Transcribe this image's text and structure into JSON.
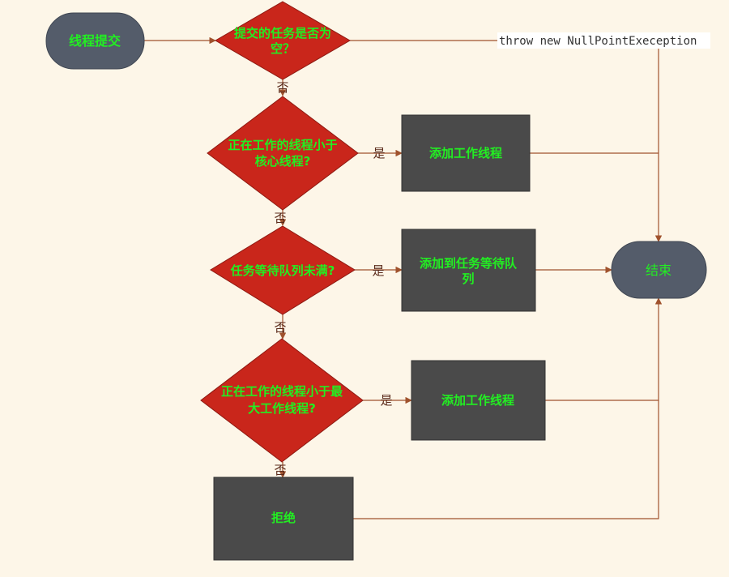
{
  "nodes": {
    "start": "线程提交",
    "decision_null": [
      "提交的任务是否为",
      "空？"
    ],
    "decision_core": [
      "正在工作的线程小于",
      "核心线程?"
    ],
    "action_add_core": "添加工作线程",
    "decision_queue": "任务等待队列未满?",
    "action_enqueue": [
      "添加到任务等待队",
      "列"
    ],
    "decision_max": [
      "正在工作的线程小于最",
      "大工作线程?"
    ],
    "action_add_max": "添加工作线程",
    "action_reject": "拒绝",
    "end": "结束"
  },
  "edges": {
    "yes": "是",
    "no": "否",
    "throw_label": "throw new NullPointExeception"
  },
  "colors": {
    "background": "#fdf6e8",
    "terminal_fill": "#545c6a",
    "decision_fill": "#c9261b",
    "process_fill": "#4a4a4a",
    "text": "#22ee22",
    "connector": "#a0522d"
  }
}
